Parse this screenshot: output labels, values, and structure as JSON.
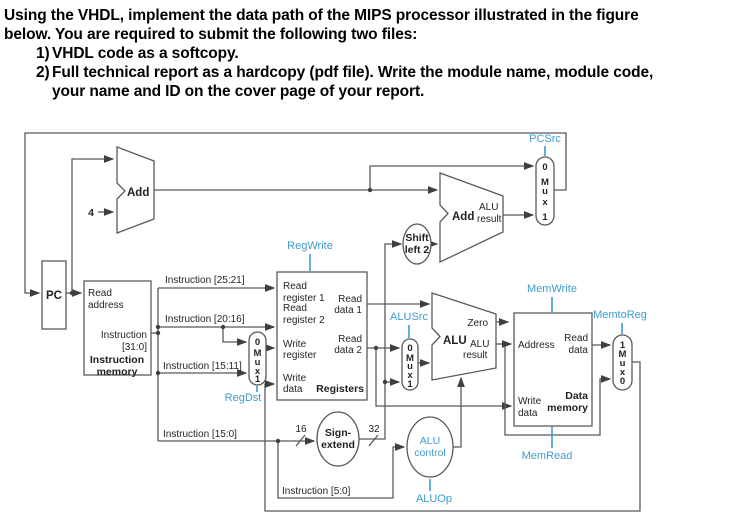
{
  "instructions": {
    "line1": "Using the VHDL, implement the data path of the MIPS processor illustrated in the figure",
    "line2": "below. You are required to submit the following two files:",
    "items": [
      {
        "num": "1)",
        "lines": [
          "VHDL code as a softcopy."
        ]
      },
      {
        "num": "2)",
        "lines": [
          "Full technical report as a hardcopy (pdf file). Write the module name, module code,",
          "your name and ID on the cover page of your report."
        ]
      }
    ]
  },
  "colors": {
    "control_signal_blue": "#3d9bd1",
    "wire_gray": "#58595b",
    "text_black": "#231f20"
  },
  "diagram": {
    "pc": "PC",
    "const4": "4",
    "pc_adder": {
      "title": "Add"
    },
    "branch_adder": {
      "title": "Add",
      "result_line1": "ALU",
      "result_line2": "result"
    },
    "imem": {
      "port_read_address": [
        "Read",
        "address"
      ],
      "out_instruction": [
        "Instruction",
        "[31:0]"
      ],
      "title": [
        "Instruction",
        "memory"
      ]
    },
    "registers": {
      "port_read_reg1": [
        "Read",
        "register 1"
      ],
      "port_read_reg2": [
        "Read",
        "register 2"
      ],
      "port_write_reg": [
        "Write",
        "register"
      ],
      "port_write_data": [
        "Write",
        "data"
      ],
      "out_read_data1": [
        "Read",
        "data 1"
      ],
      "out_read_data2": [
        "Read",
        "data 2"
      ],
      "title": "Registers"
    },
    "sign_extend": {
      "title": [
        "Sign-",
        "extend"
      ]
    },
    "shift_left2": {
      "title": [
        "Shift",
        "left 2"
      ]
    },
    "alu": {
      "title": "ALU",
      "zero": "Zero",
      "result_line1": "ALU",
      "result_line2": "result"
    },
    "alu_control": {
      "title": [
        "ALU",
        "control"
      ]
    },
    "dmem": {
      "port_address": "Address",
      "port_write_data": [
        "Write",
        "data"
      ],
      "out_read_data": [
        "Read",
        "data"
      ],
      "title": [
        "Data",
        "memory"
      ]
    },
    "mux_regdst": [
      "0",
      "M",
      "u",
      "x",
      "1"
    ],
    "mux_alusrc": [
      "0",
      "M",
      "u",
      "x",
      "1"
    ],
    "mux_pcsrc": [
      "0",
      "M",
      "u",
      "x",
      "1"
    ],
    "mux_memtoreg": [
      "1",
      "M",
      "u",
      "x",
      "0"
    ],
    "signals": {
      "pcsrc": "PCSrc",
      "regwrite": "RegWrite",
      "regdst": "RegDst",
      "alusrc": "ALUSrc",
      "memwrite": "MemWrite",
      "memread": "MemRead",
      "memtoreg": "MemtoReg",
      "aluop": "ALUOp"
    },
    "bus_labels": {
      "i25_21": "Instruction [25:21]",
      "i20_16": "Instruction [20:16]",
      "i15_11": "Instruction [15:11]",
      "i15_0": "Instruction [15:0]",
      "i5_0": "Instruction [5:0]",
      "width16": "16",
      "width32": "32"
    }
  }
}
